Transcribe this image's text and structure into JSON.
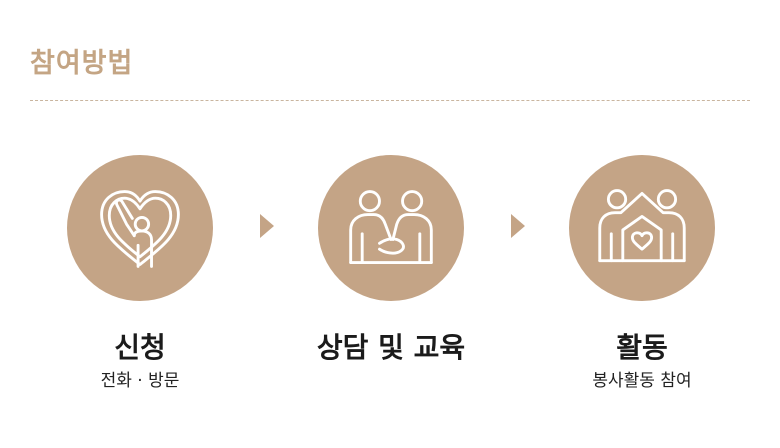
{
  "section": {
    "title": "참여방법"
  },
  "steps": [
    {
      "title": "신청",
      "desc": "전화 · 방문",
      "icon": "heart-hand-icon"
    },
    {
      "title": "상담 및 교육",
      "desc": "",
      "icon": "handshake-people-icon"
    },
    {
      "title": "활동",
      "desc": "봉사활동 참여",
      "icon": "people-house-heart-icon"
    }
  ],
  "colors": {
    "accent": "#c4a486",
    "title": "#c4a584",
    "text": "#1b1b1b"
  }
}
